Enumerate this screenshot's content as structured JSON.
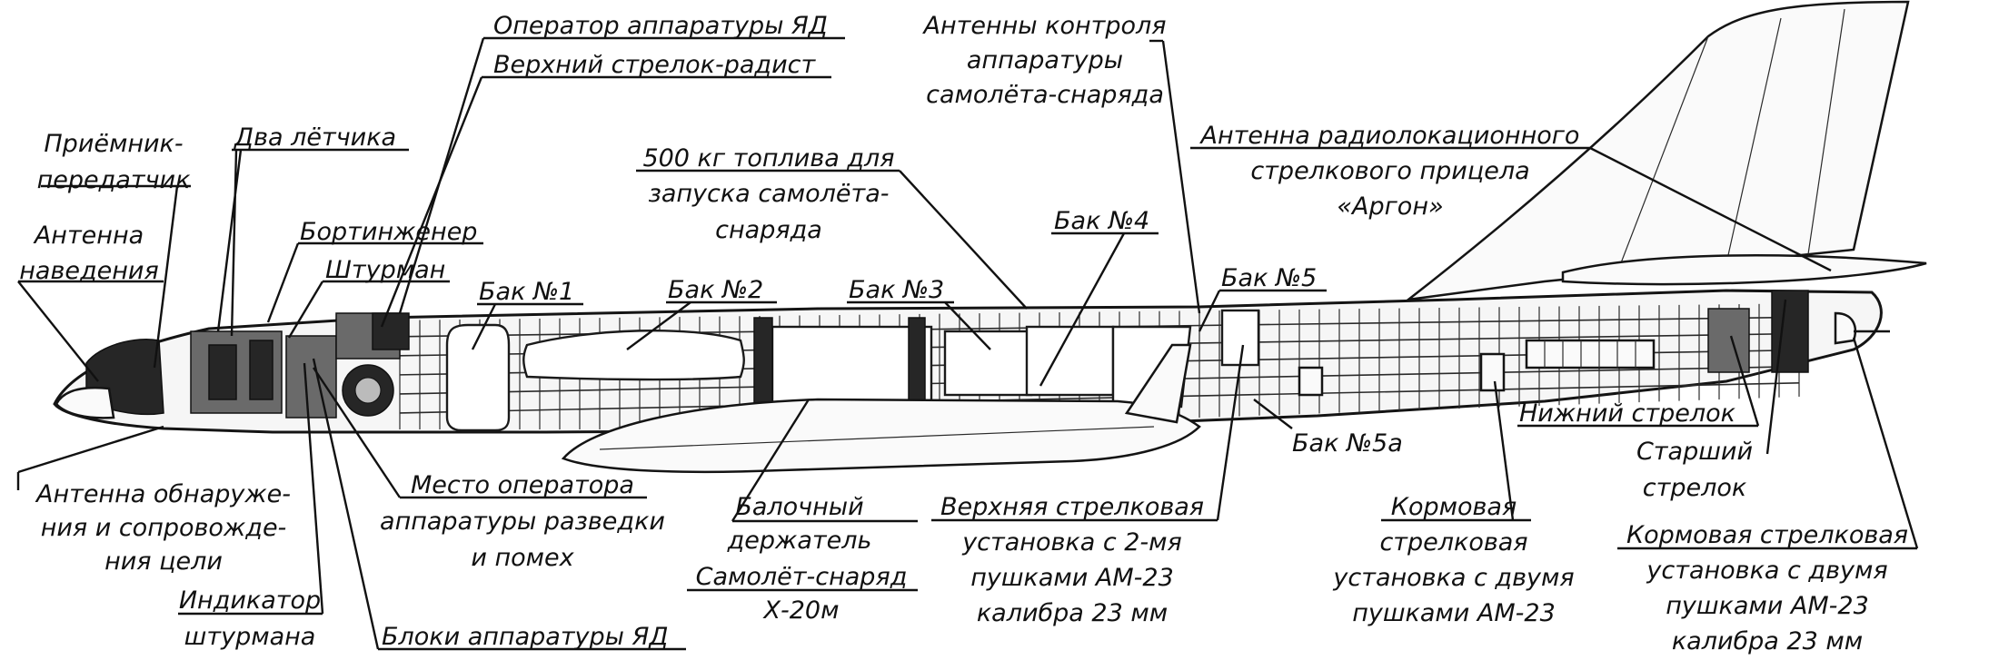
{
  "labels": {
    "nuclear_operator": "Оператор аппаратуры ЯД",
    "upper_gunner_radio": "Верхний стрелок-радист",
    "missile_control_antennas_1": "Антенны контроля",
    "missile_control_antennas_2": "аппаратуры",
    "missile_control_antennas_3": "самолёта-снаряда",
    "transceiver_1": "Приёмник-",
    "transceiver_2": "передатчик",
    "two_pilots": "Два лётчика",
    "guidance_antenna_1": "Антенна",
    "guidance_antenna_2": "наведения",
    "fuel_500kg_1": "500 кг топлива для",
    "fuel_500kg_2": "запуска самолёта-",
    "fuel_500kg_3": "снаряда",
    "argon_radar_1": "Антенна радиолокационного",
    "argon_radar_2": "стрелкового прицела",
    "argon_radar_3": "«Аргон»",
    "flight_engineer": "Бортинженер",
    "navigator": "Штурман",
    "tank_4": "Бак №4",
    "tank_1": "Бак №1",
    "tank_2": "Бак №2",
    "tank_3": "Бак №3",
    "tank_5": "Бак №5",
    "tank_5a": "Бак №5а",
    "lower_gunner": "Нижний стрелок",
    "senior_gunner_1": "Старший",
    "senior_gunner_2": "стрелок",
    "detect_antenna_1": "Антенна обнаруже-",
    "detect_antenna_2": "ния и сопровожде-",
    "detect_antenna_3": "ния цели",
    "recon_operator_1": "Место оператора",
    "recon_operator_2": "аппаратуры разведки",
    "recon_operator_3": "и помех",
    "beam_holder_1": "Балочный",
    "beam_holder_2": "держатель",
    "missile_1": "Самолёт-снаряд",
    "missile_2": "Х-20м",
    "upper_turret_1": "Верхняя стрелковая",
    "upper_turret_2": "установка с 2-мя",
    "upper_turret_3": "пушками АМ-23",
    "upper_turret_4": "калибра 23 мм",
    "tail_turret_mid_1": "Кормовая",
    "tail_turret_mid_2": "стрелковая",
    "tail_turret_mid_3": "установка с двумя",
    "tail_turret_mid_4": "пушками АМ-23",
    "tail_turret_right_1": "Кормовая стрелковая",
    "tail_turret_right_2": "установка с двумя",
    "tail_turret_right_3": "пушками АМ-23",
    "tail_turret_right_4": "калибра 23 мм",
    "navigator_indicator_1": "Индикатор",
    "navigator_indicator_2": "штурмана",
    "nuclear_blocks": "Блоки аппаратуры ЯД"
  }
}
